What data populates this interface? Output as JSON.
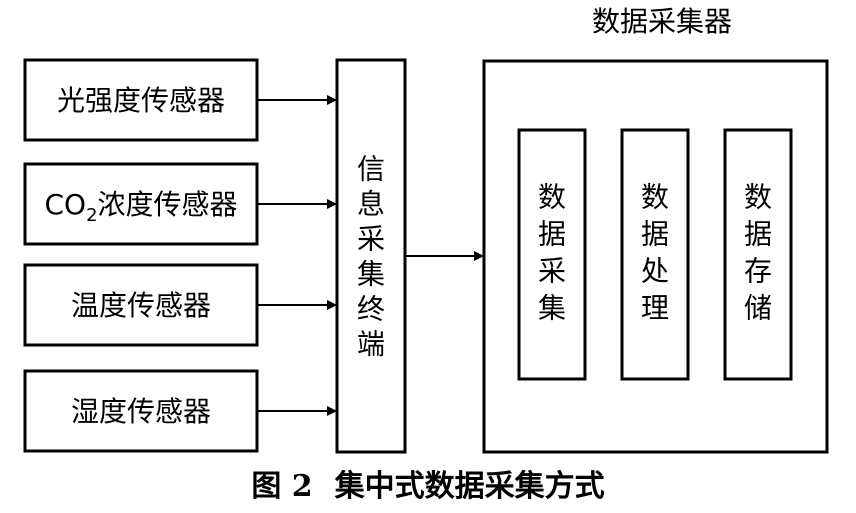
{
  "sensors": [
    {
      "label": "光强度传感器"
    },
    {
      "prefix": "CO",
      "sub": "2",
      "suffix": "浓度传感器"
    },
    {
      "label": "温度传感器"
    },
    {
      "label": "湿度传感器"
    }
  ],
  "terminal": {
    "label": "信息采集终端"
  },
  "collector": {
    "title": "数据采集器",
    "modules": [
      {
        "label": "数据采集"
      },
      {
        "label": "数据处理"
      },
      {
        "label": "数据存储"
      }
    ]
  },
  "caption": {
    "figure": "图 2",
    "text": "集中式数据采集方式"
  }
}
